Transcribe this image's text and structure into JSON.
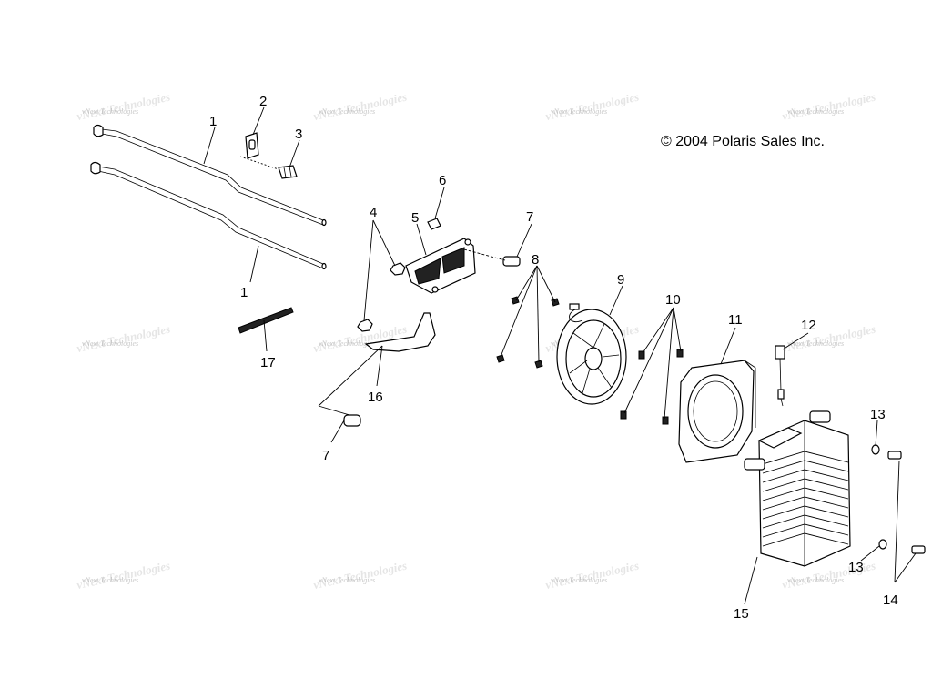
{
  "copyright": "© 2004 Polaris Sales Inc.",
  "watermark": "vNext Technologies",
  "callouts": {
    "c1a": "1",
    "c1b": "1",
    "c2": "2",
    "c3": "3",
    "c4": "4",
    "c5": "5",
    "c6": "6",
    "c7a": "7",
    "c7b": "7",
    "c8": "8",
    "c9": "9",
    "c10": "10",
    "c11": "11",
    "c12": "12",
    "c13a": "13",
    "c13b": "13",
    "c14": "14",
    "c15": "15",
    "c16": "16",
    "c17": "17"
  }
}
